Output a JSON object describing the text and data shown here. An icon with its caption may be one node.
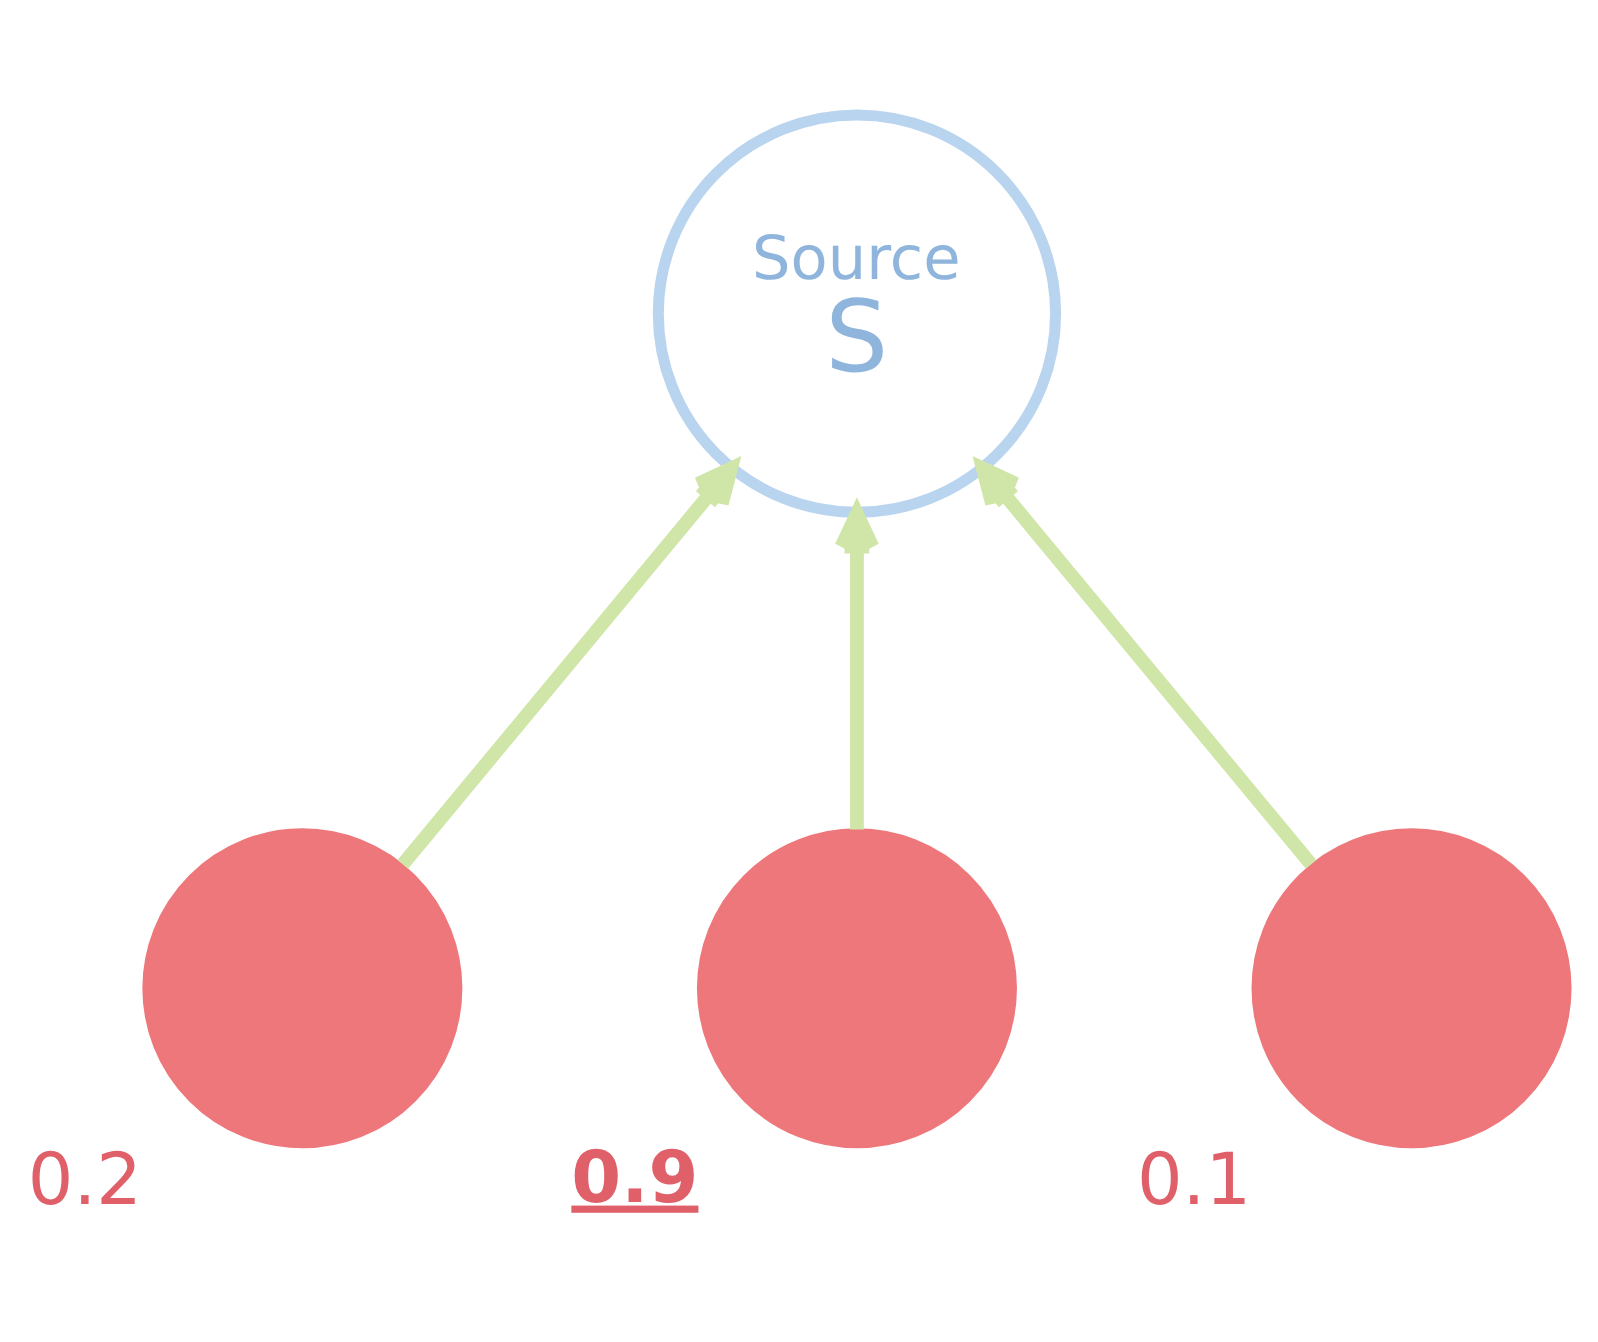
{
  "diagram": {
    "nodes": [
      {
        "text": [
          "Source",
          "S"
        ]
      },
      {
        "text": [],
        "shape": "circle",
        "beside": [
          "0.2"
        ]
      },
      {
        "text": [],
        "shape": "circle",
        "beside": [
          "0.9"
        ]
      },
      {
        "text": [],
        "shape": "circle",
        "beside": [
          "0.1"
        ]
      }
    ],
    "edges": [
      {
        "from": 1,
        "to": 0,
        "arrow": "to"
      },
      {
        "from": 2,
        "to": 0,
        "arrow": "to"
      },
      {
        "from": 3,
        "to": 0,
        "arrow": "to"
      }
    ]
  }
}
